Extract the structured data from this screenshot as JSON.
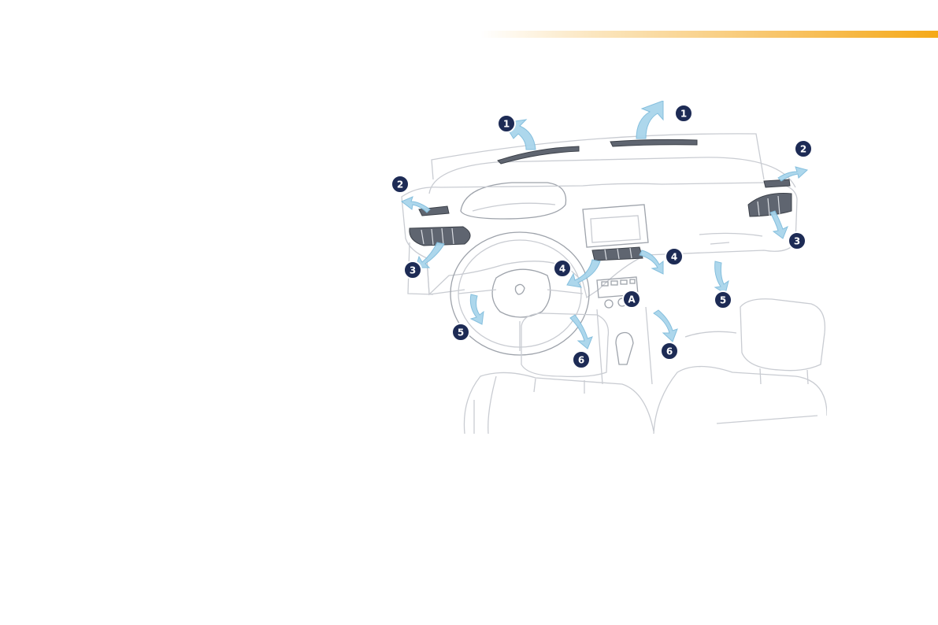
{
  "header": {
    "accent_bar_color": "#f5a918"
  },
  "diagram": {
    "subject": "dashboard-air-vents",
    "badge_color": "#1d2b55",
    "airflow_color": "#a9d5ec",
    "badges": [
      {
        "id": "b1a",
        "label": "1"
      },
      {
        "id": "b1b",
        "label": "1"
      },
      {
        "id": "b2a",
        "label": "2"
      },
      {
        "id": "b2b",
        "label": "2"
      },
      {
        "id": "b3a",
        "label": "3"
      },
      {
        "id": "b3b",
        "label": "3"
      },
      {
        "id": "b4a",
        "label": "4"
      },
      {
        "id": "b4b",
        "label": "4"
      },
      {
        "id": "b5a",
        "label": "5"
      },
      {
        "id": "b5b",
        "label": "5"
      },
      {
        "id": "b6a",
        "label": "6"
      },
      {
        "id": "b6b",
        "label": "6"
      },
      {
        "id": "bA",
        "label": "A"
      }
    ]
  }
}
